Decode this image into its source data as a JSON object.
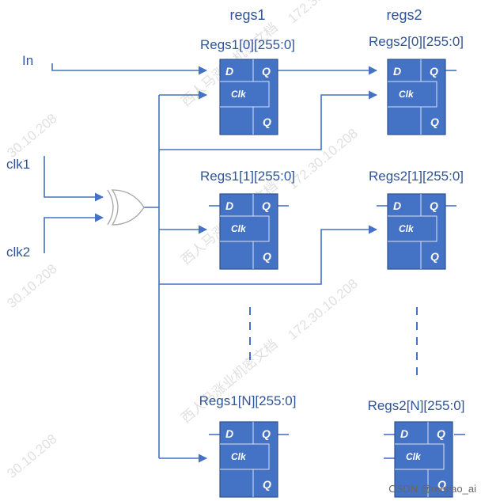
{
  "columns": {
    "regs1_title": "regs1",
    "regs2_title": "regs2"
  },
  "inputs": {
    "in_label": "In",
    "clk1_label": "clk1",
    "clk2_label": "clk2"
  },
  "registers": {
    "r1_0": "Regs1[0][255:0]",
    "r1_1": "Regs1[1][255:0]",
    "r1_n": "Regs1[N][255:0]",
    "r2_0": "Regs2[0][255:0]",
    "r2_1": "Regs2[1][255:0]",
    "r2_n": "Regs2[N][255:0]"
  },
  "pins": {
    "d": "D",
    "q": "Q",
    "clk": "Clk"
  },
  "watermark": {
    "ip": "172.30.10.208",
    "ip_short": "30.10.208",
    "text": "西人马涨业机密文档"
  },
  "credit": "CSDN @renzao_ai",
  "colors": {
    "wire": "#4472c4",
    "block_fill": "#4472c4",
    "block_edge": "#2f528f",
    "label": "#2f5597",
    "gate": "#a6a6a6"
  }
}
